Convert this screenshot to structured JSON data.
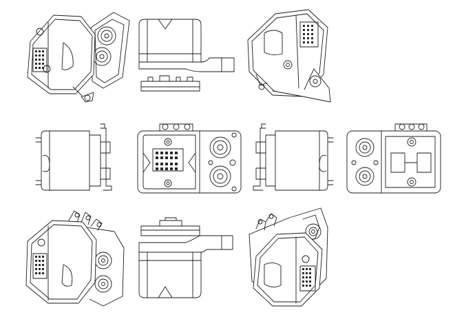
{
  "drawing": {
    "views": [
      "isometric-top-left",
      "top",
      "isometric-top-right",
      "left",
      "front",
      "right",
      "back",
      "isometric-bottom-left",
      "bottom",
      "isometric-bottom-right"
    ],
    "line_color": "#1a1a1a",
    "background": "#ffffff"
  }
}
